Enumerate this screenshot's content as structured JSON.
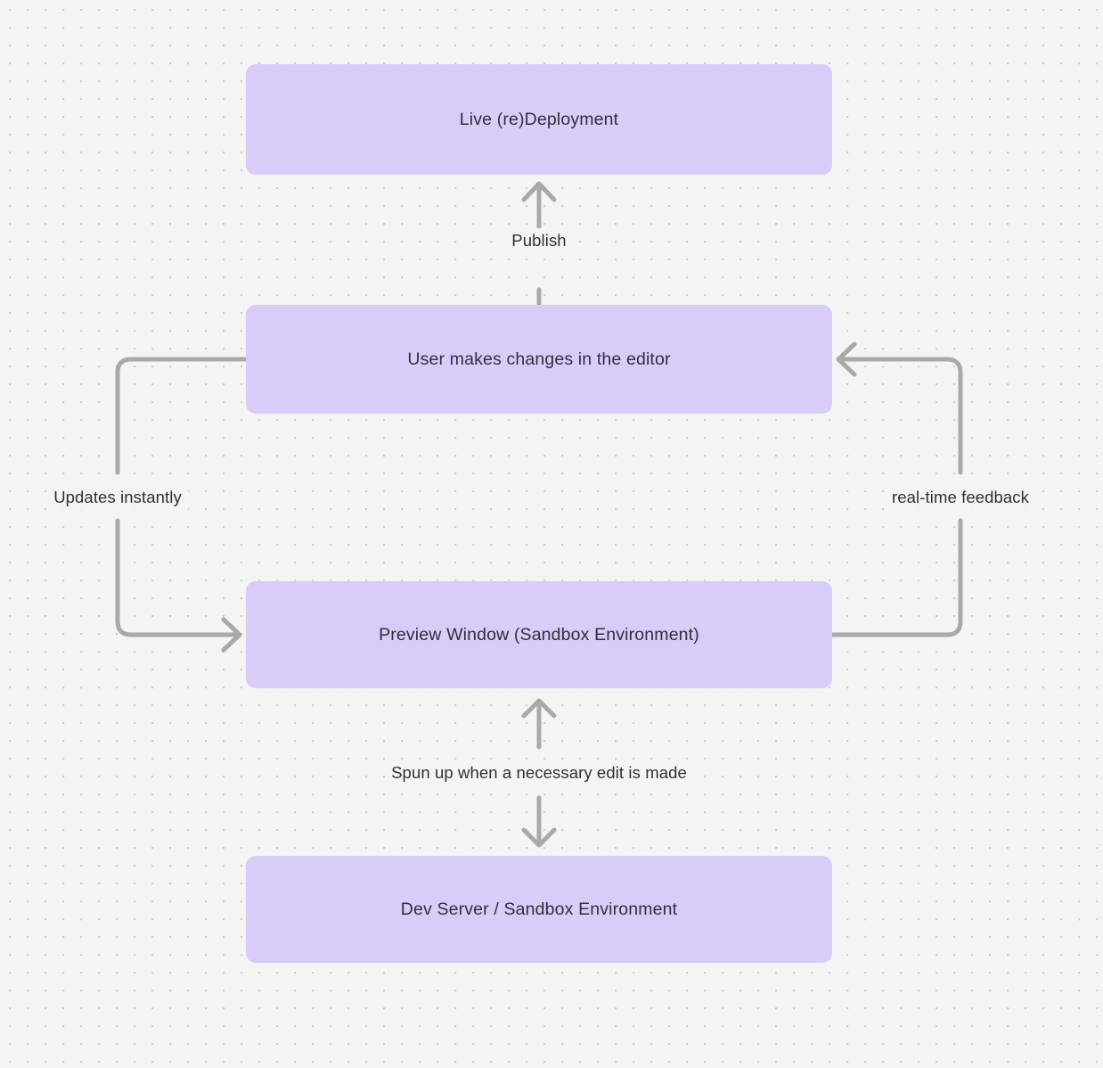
{
  "diagram": {
    "background_color": "#f4f4f4",
    "node_fill_color": "#d9ccf8",
    "node_text_color": "#30303a",
    "edge_color": "#a9a9a9",
    "edge_label_color": "#2f2f38",
    "nodes": [
      {
        "id": "live-deployment",
        "label": "Live (re)Deployment"
      },
      {
        "id": "user-edits",
        "label": "User makes changes in the editor"
      },
      {
        "id": "preview-window",
        "label": "Preview Window (Sandbox Environment)"
      },
      {
        "id": "dev-server",
        "label": "Dev Server / Sandbox Environment"
      }
    ],
    "edges": [
      {
        "id": "publish",
        "label": "Publish",
        "from": "user-edits",
        "to": "live-deployment"
      },
      {
        "id": "updates-instantly",
        "label": "Updates instantly",
        "from": "user-edits",
        "to": "preview-window"
      },
      {
        "id": "real-time-feedback",
        "label": "real-time feedback",
        "from": "preview-window",
        "to": "user-edits"
      },
      {
        "id": "spun-up",
        "label": "Spun up when a necessary edit is made",
        "from": "dev-server",
        "to": "preview-window"
      }
    ]
  }
}
